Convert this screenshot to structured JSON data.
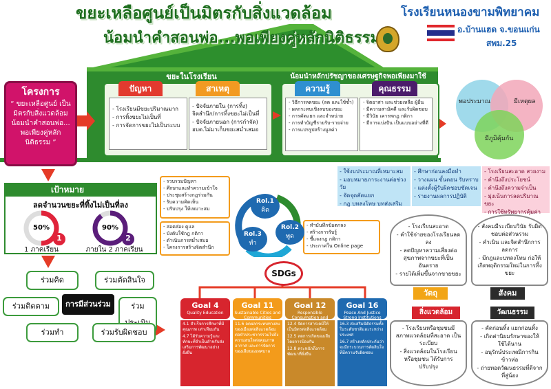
{
  "header": {
    "title_line1": "ขยะเหลือศูนย์เป็นมิตรกับสิ่งแวดล้อม",
    "title_line2": "น้อมนำคำสอนพ่อ...พอเพียงคู่หลักนิติธรรม",
    "school_name": "โรงเรียนหนองขามพิทยาคม",
    "school_location": "อ.บ้านแฮด จ.ขอนแก่น",
    "district": "สพม.25"
  },
  "project": {
    "heading": "โครงการ",
    "name": "“ ขยะเหลือศูนย์ เป็นมิตรกับสิ่งแวดล้อม น้อมนำคำสอนพ่อ... พอเพียงคู่หลักนิติธรรม ”"
  },
  "school_waste": {
    "section_label": "ขยะในโรงเรียน",
    "problem_tab": "ปัญหา",
    "problem_items": [
      "โรงเรียนมีขยะปริมาณมาก",
      "การทิ้งขยะไม่เป็นที่",
      "การจัดการขยะไม่เป็นระบบ"
    ],
    "cause_tab": "สาเหตุ",
    "cause_items": [
      "ปัจจัยภายใน (การทิ้ง) จิตสำนึก/การทิ้งขยะไม่เป็นที่",
      "ปัจจัยภายนอก (การกำจัด) อบต.ไม่มาเก็บขยะสม่ำเสมอ"
    ]
  },
  "sufficiency": {
    "section_label": "น้อมนำหลักปรัชญาของเศรษฐกิจพอเพียงมาใช้",
    "knowledge_tab": "ความรู้",
    "knowledge_items": [
      "วิธีการลดขยะ (ลด และใช้ซ้ำ)",
      "ผลกระทบเชิงลบของขยะ",
      "การคัดแยก และจำหน่าย",
      "การทำบัญชีรายรับ-รายจ่าย",
      "การแปรรูปสร้างมูลค่า"
    ],
    "virtue_tab": "คุณธรรม",
    "virtue_items": [
      "จิตอาสา และช่วยเหลือ ผู้อื่น",
      "มีความสามัคคี และรับผิดชอบ",
      "มีวินัย เคารพกฎ กติกา",
      "มีการแบ่งปัน เป็นแบบอย่างที่ดี"
    ]
  },
  "principles": {
    "moderation": "พอประมาณ",
    "reasonableness": "มีเหตุผล",
    "immunity": "มีภูมิคุ้มกัน"
  },
  "moderation_items": [
    "ใช้งบประมาณที่เหมาะสม",
    "มอบหมายภาระงานต่อช่วงวัย",
    "จัดจุดคัดแยก",
    "กฎ บทลงโทษ บทส่งเสริม"
  ],
  "reason_items": [
    "ศึกษาก่อนลงมือทำ",
    "วางแผน ขั้นตอน รับทราบ",
    "แต่งตั้งผู้รับผิดชอบชัดเจน",
    "รายงานผลการปฏิบัติ"
  ],
  "immunity_items": [
    "โรงเรียนสะอาด สวยงาม",
    "คำนึงถึงประโยชน์",
    "คำนึงถึงความจำเป็น",
    "มุ่งเน้นการลดปริมาณขยะ",
    "การใช้ทรัพยากรคุ้มค่า"
  ],
  "goal": {
    "heading": "เป้าหมาย",
    "subtitle": "ลดจำนวนขยะที่ทิ้งไม่เป็นที่ลง",
    "term1_percent": "50%",
    "term1_num": "1",
    "term1_label": "1 ภาคเรียน",
    "term2_percent": "90%",
    "term2_num": "2",
    "term2_label": "ภายใน 2 ภาคเรียน"
  },
  "participation": {
    "center": "การมีส่วนร่วม",
    "think": "ร่วมคิด",
    "decide": "ร่วมตัดสินใจ",
    "monitor": "ร่วมติดตาม",
    "evaluate": "ร่วมประเมิน",
    "do": "ร่วมทำ",
    "responsible": "ร่วมรับผิดชอบ"
  },
  "rol": {
    "rol1_title": "Rol.1",
    "rol1_sub": "คิด",
    "rol2_title": "Rol.2",
    "rol2_sub": "พูด",
    "rol3_title": "Rol.3",
    "rol3_sub": "ทำ",
    "think_items": [
      "รวบรวมปัญหา",
      "ศึกษาและทำความเข้าใจ",
      "ประชุมสร้างกฎร่วมกัน",
      "รับความคิดเห็น",
      "ปรับปรุง ให้เหมาะสม"
    ],
    "talk_items": [
      "ทำบันทึกข้อตกลง",
      "สร้างการรับรู้",
      "ชี้แจงกฎ กติกา",
      "ประกาศใน Online page"
    ],
    "do_items": [
      "สอดส่อง ดูแล",
      "บังคับใช้กฎ กติกา",
      "ดำเนินการสม่ำเสมอ",
      "โครงการสร้างจิตสำนึก"
    ]
  },
  "sdgs": {
    "label": "SDGs",
    "goals": [
      {
        "title": "Goal 4",
        "sub": "Quality Education",
        "color": "#d7252e",
        "items": [
          "4.1 สำเร็จการศึกษาที่มีคุณภาพ เท่าเทียมกัน",
          "4.7 ได้รับความรู้และทักษะที่จำเป็นสำหรับส่งเสริมการพัฒนาอย่างยั่งยืน"
        ]
      },
      {
        "title": "Goal 11",
        "sub": "Sustainable Cities and Communities",
        "color": "#f39b1b",
        "items": [
          "11.6 ลดผลกระทบทางลบของเมืองต่อสิ่งแวดล้อม ต่อหัวประชากรรวมไปถึงความสนใจต่อคุณภาพอากาศ และการจัดการของเสียของเทศบาล"
        ]
      },
      {
        "title": "Goal 12",
        "sub": "Responsible Consumption and Production",
        "color": "#c9892a",
        "items": [
          "12.4 จัดการสารเคมีให้เป็นมิตรต่อสิ่งแวดล้อม",
          "12.5 ลดการเกิดของเสียโดยการป้องกัน",
          "12.8 ตระหนักถึงการพัฒนาที่ยั่งยืน"
        ]
      },
      {
        "title": "Goal 16",
        "sub": "Peace And Justice Strong Institutions",
        "color": "#1f6ab0",
        "items": [
          "16.3 ส่งเสริมนิติธรรมทั้งในระดับชาติและระหว่างประเทศ",
          "16.7 สร้างหลักประกันว่าจะมีกระบวนการตัดสินใจที่มีความรับผิดชอบ"
        ]
      }
    ]
  },
  "dimensions": {
    "material": "วัตถุ",
    "social": "สังคม",
    "environment": "สิ่งแวดล้อม",
    "culture": "วัฒนธรรม",
    "material_items": [
      "โรงเรียนสะอาด",
      "คำใช้จ่ายของโรงเรียนลดลง",
      "ลดปัญหาความเสี่ยงต่อสุขภาพจากขยะที่เป็นอันตราย",
      "รายได้เพิ่มขึ้นจากขายขยะ"
    ],
    "social_items": [
      "สังคมมีระเบียบวินัย รับผิดชอบต่อส่วนรวม",
      "คำเนิน และจิตสำนึกการลดการ",
      "มีกฎและบทลงโทษ ก่อให้เกิดพฤติกรรมใหม่ในการทิ้งขยะ"
    ],
    "environment_items": [
      "โรงเรียนหรือชุมชนมีสภาพแวดล้อมที่สะอาด เป็นระเบียบ",
      "สิ่งแวดล้อมในโรงเรียนหรือชุมชน ได้รับการปรับปรุง"
    ],
    "culture_items": [
      "คัดก่อนทิ้ง แยกก่อนทิ้ง",
      "เกิดค่านิยมรักษาของให้ใช้ได้นาน",
      "อนุรักษ์ประเพณีการกินข้าวห่อ",
      "ถ่ายทอดวัฒนธรรมที่ดีจากที่สู่น้อง"
    ]
  }
}
